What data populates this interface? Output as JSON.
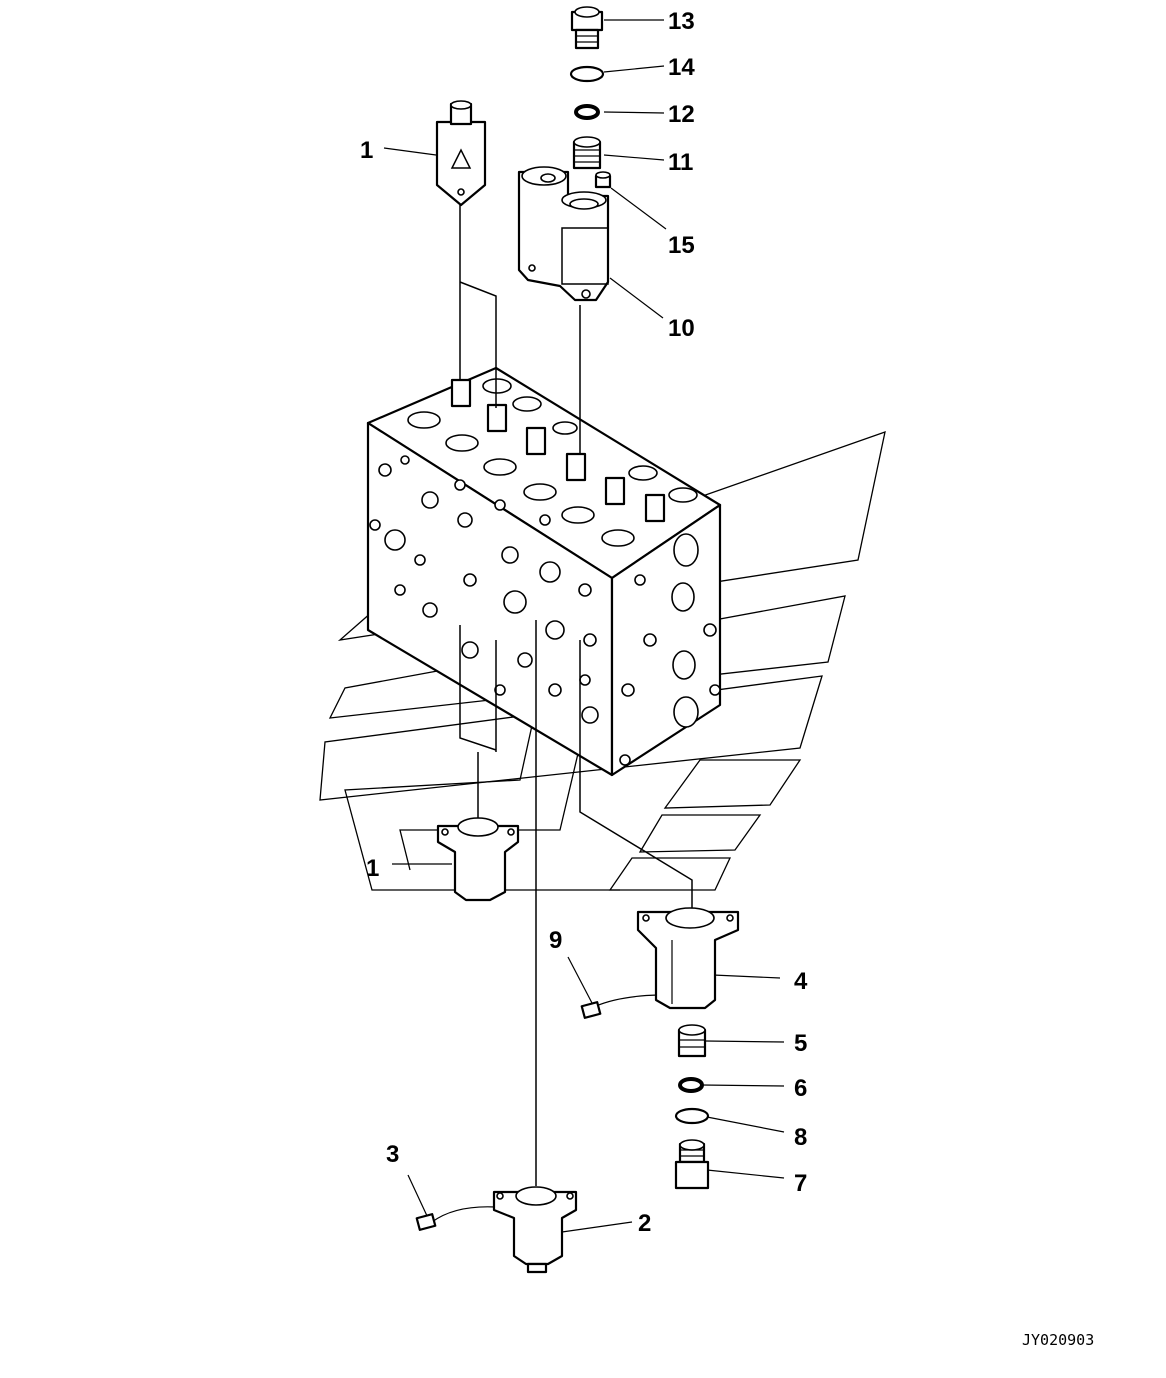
{
  "diagram": {
    "callouts": [
      {
        "id": "13",
        "text": "13"
      },
      {
        "id": "14",
        "text": "14"
      },
      {
        "id": "12",
        "text": "12"
      },
      {
        "id": "11",
        "text": "11"
      },
      {
        "id": "1a",
        "text": "1"
      },
      {
        "id": "15",
        "text": "15"
      },
      {
        "id": "10",
        "text": "10"
      },
      {
        "id": "1b",
        "text": "1"
      },
      {
        "id": "9",
        "text": "9"
      },
      {
        "id": "4",
        "text": "4"
      },
      {
        "id": "5",
        "text": "5"
      },
      {
        "id": "6",
        "text": "6"
      },
      {
        "id": "8",
        "text": "8"
      },
      {
        "id": "7",
        "text": "7"
      },
      {
        "id": "3",
        "text": "3"
      },
      {
        "id": "2",
        "text": "2"
      }
    ],
    "drawing_code": "JY020903"
  }
}
